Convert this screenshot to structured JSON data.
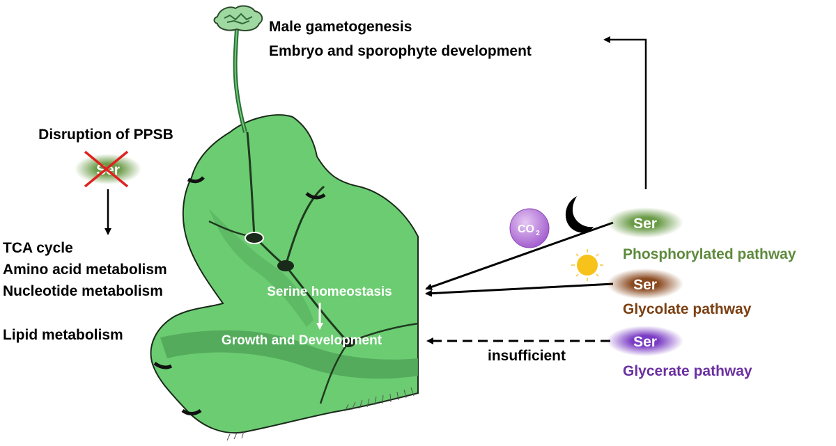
{
  "top_labels": {
    "line1": "Male gametogenesis",
    "line2": "Embryo and sporophyte development"
  },
  "disruption": {
    "title": "Disruption of PPSB",
    "ser_label": "Ser"
  },
  "effects": {
    "items": [
      "TCA cycle",
      "Amino acid metabolism",
      "Nucleotide metabolism"
    ],
    "lipid": "Lipid metabolism"
  },
  "thallus": {
    "homeostasis": "Serine homeostasis",
    "growth": "Growth and Development"
  },
  "pathways": [
    {
      "ser_label": "Ser",
      "name": "Phosphorylated pathway",
      "color": "#5e8a3c"
    },
    {
      "ser_label": "Ser",
      "name": "Glycolate pathway",
      "color": "#7a3f12"
    },
    {
      "ser_label": "Ser",
      "name": "Glycerate pathway",
      "color": "#6b2fa0"
    }
  ],
  "co2_label": "CO",
  "co2_subscript": "2",
  "insufficient_label": "insufficient",
  "icons": [
    "co2-bubble-icon",
    "moon-icon",
    "sun-icon",
    "cross-icon"
  ]
}
